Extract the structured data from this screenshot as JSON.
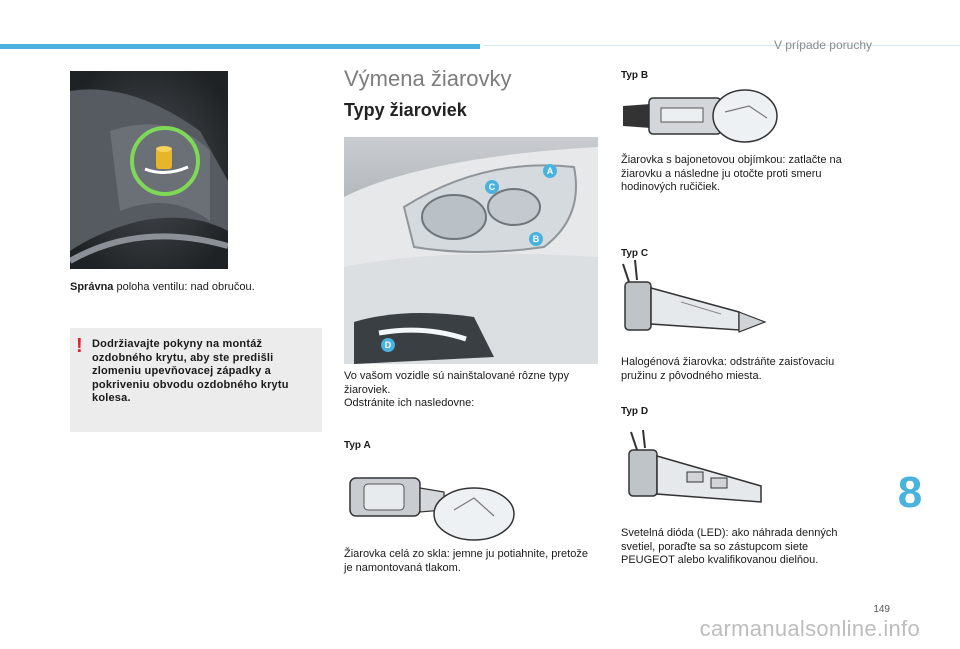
{
  "header": {
    "section_title": "V prípade poruchy",
    "accent_color": "#49b3de"
  },
  "left": {
    "valve_caption_bold": "Správna",
    "valve_caption_rest": " poloha ventilu: nad obručou.",
    "warning": {
      "mark": "!",
      "text": "Dodržiavajte pokyny na montáž ozdobného krytu, aby ste predišli zlomeniu upevňovacej západky a pokriveniu obvodu ozdobného krytu kolesa.",
      "mark_color": "#e4222d"
    }
  },
  "middle": {
    "title": "Výmena žiarovky",
    "subtitle": "Typy žiaroviek",
    "callouts": [
      "A",
      "B",
      "C",
      "D"
    ],
    "intro_line1": "Vo vašom vozidle sú nainštalované rôzne typy žiaroviek.",
    "intro_line2": "Odstránite ich nasledovne:",
    "type_a_label": "Typ A",
    "type_a_text": "Žiarovka celá zo skla: jemne ju potiahnite, pretože je namontovaná tlakom."
  },
  "right": {
    "type_b_label": "Typ B",
    "type_b_text": "Žiarovka s bajonetovou objímkou: zatlačte na žiarovku a následne ju otočte proti smeru hodinových ručičiek.",
    "type_c_label": "Typ C",
    "type_c_text": "Halogénová žiarovka: odstráňte zaisťovaciu pružinu z pôvodného miesta.",
    "type_d_label": "Typ D",
    "type_d_text": "Svetelná dióda (LED): ako náhrada denných svetiel, poraďte sa so zástupcom siete PEUGEOT alebo kvalifikovanou dielňou."
  },
  "footer": {
    "chapter": "8",
    "page_number": "149",
    "watermark": "carmanualsonline.info"
  }
}
